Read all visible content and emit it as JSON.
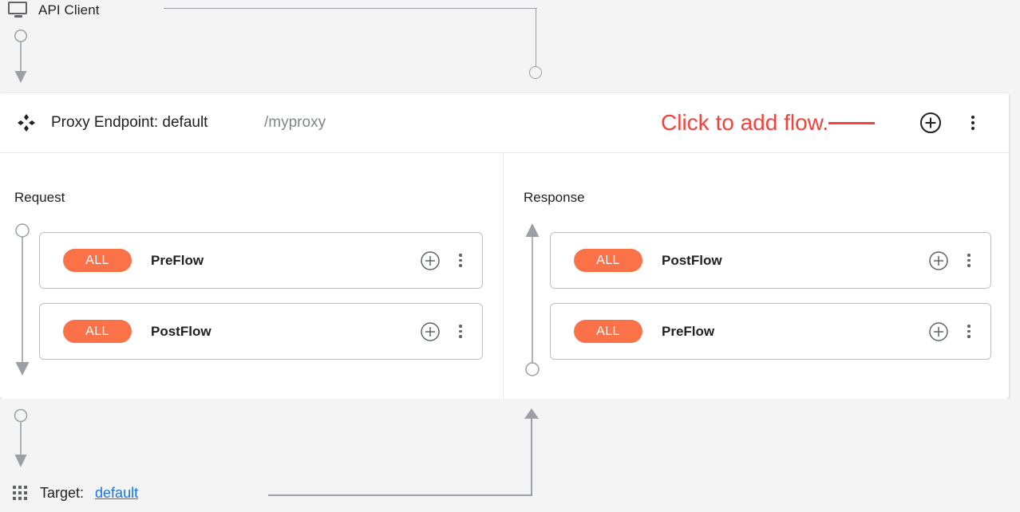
{
  "client": {
    "icon": "monitor-icon",
    "label": "API Client"
  },
  "proxy": {
    "handle_icon": "drag-handle-icon",
    "title": "Proxy Endpoint: default",
    "path": "/myproxy",
    "add_icon": "plus-circle-icon",
    "menu_icon": "kebab-menu-icon"
  },
  "annotation": {
    "text": "Click to add flow.",
    "color": "#f4433c"
  },
  "colors": {
    "pill": "#fb7248",
    "link": "#1a73e8",
    "annotation": "#f4433c",
    "rail": "#9aa0a6"
  },
  "request": {
    "title": "Request",
    "flows": [
      {
        "badge": "ALL",
        "name": "PreFlow",
        "add_icon": "plus-circle-icon",
        "menu_icon": "kebab-menu-icon"
      },
      {
        "badge": "ALL",
        "name": "PostFlow",
        "add_icon": "plus-circle-icon",
        "menu_icon": "kebab-menu-icon"
      }
    ]
  },
  "response": {
    "title": "Response",
    "flows": [
      {
        "badge": "ALL",
        "name": "PostFlow",
        "add_icon": "plus-circle-icon",
        "menu_icon": "kebab-menu-icon"
      },
      {
        "badge": "ALL",
        "name": "PreFlow",
        "add_icon": "plus-circle-icon",
        "menu_icon": "kebab-menu-icon"
      }
    ]
  },
  "target": {
    "icon": "grid-icon",
    "label": "Target:",
    "link": "default"
  }
}
